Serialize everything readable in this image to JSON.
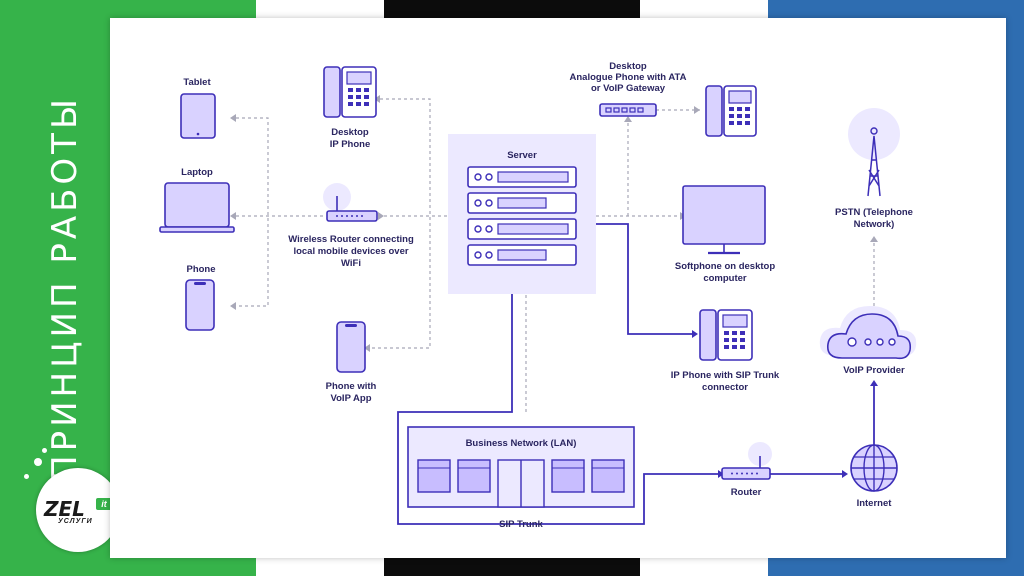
{
  "slide": {
    "vertical_title": "ПРИНЦИП РАБОТЫ",
    "logo": {
      "brand": "ZEL",
      "badge": "it",
      "tagline": "УСЛУГИ"
    },
    "colors": {
      "green": "#36b34a",
      "black": "#0c0c0c",
      "blue": "#2e6db1",
      "ink": "#2a2560",
      "stroke": "#3d2fb8",
      "fill": "#d9d2ff"
    }
  },
  "diagram": {
    "tablet": [
      "Tablet"
    ],
    "laptop": [
      "Laptop"
    ],
    "phone": [
      "Phone"
    ],
    "desktop_ip_phone": [
      "Desktop",
      "IP Phone"
    ],
    "wireless_router": [
      "Wireless Router connecting",
      "local mobile devices over",
      "WiFi"
    ],
    "phone_voip_app": [
      "Phone with",
      "VoIP App"
    ],
    "server": [
      "Server"
    ],
    "analogue_phone": [
      "Desktop",
      "Analogue Phone with ATA",
      "or VoIP Gateway"
    ],
    "softphone": [
      "Softphone on desktop",
      "computer"
    ],
    "ip_phone_sip": [
      "IP Phone with SIP Trunk",
      "connector"
    ],
    "pstn": [
      "PSTN (Telephone",
      "Network)"
    ],
    "voip_provider": [
      "VoIP Provider"
    ],
    "business_network": [
      "Business Network (LAN)"
    ],
    "sip_trunk": [
      "SIP Trunk"
    ],
    "router": [
      "Router"
    ],
    "internet": [
      "Internet"
    ]
  }
}
